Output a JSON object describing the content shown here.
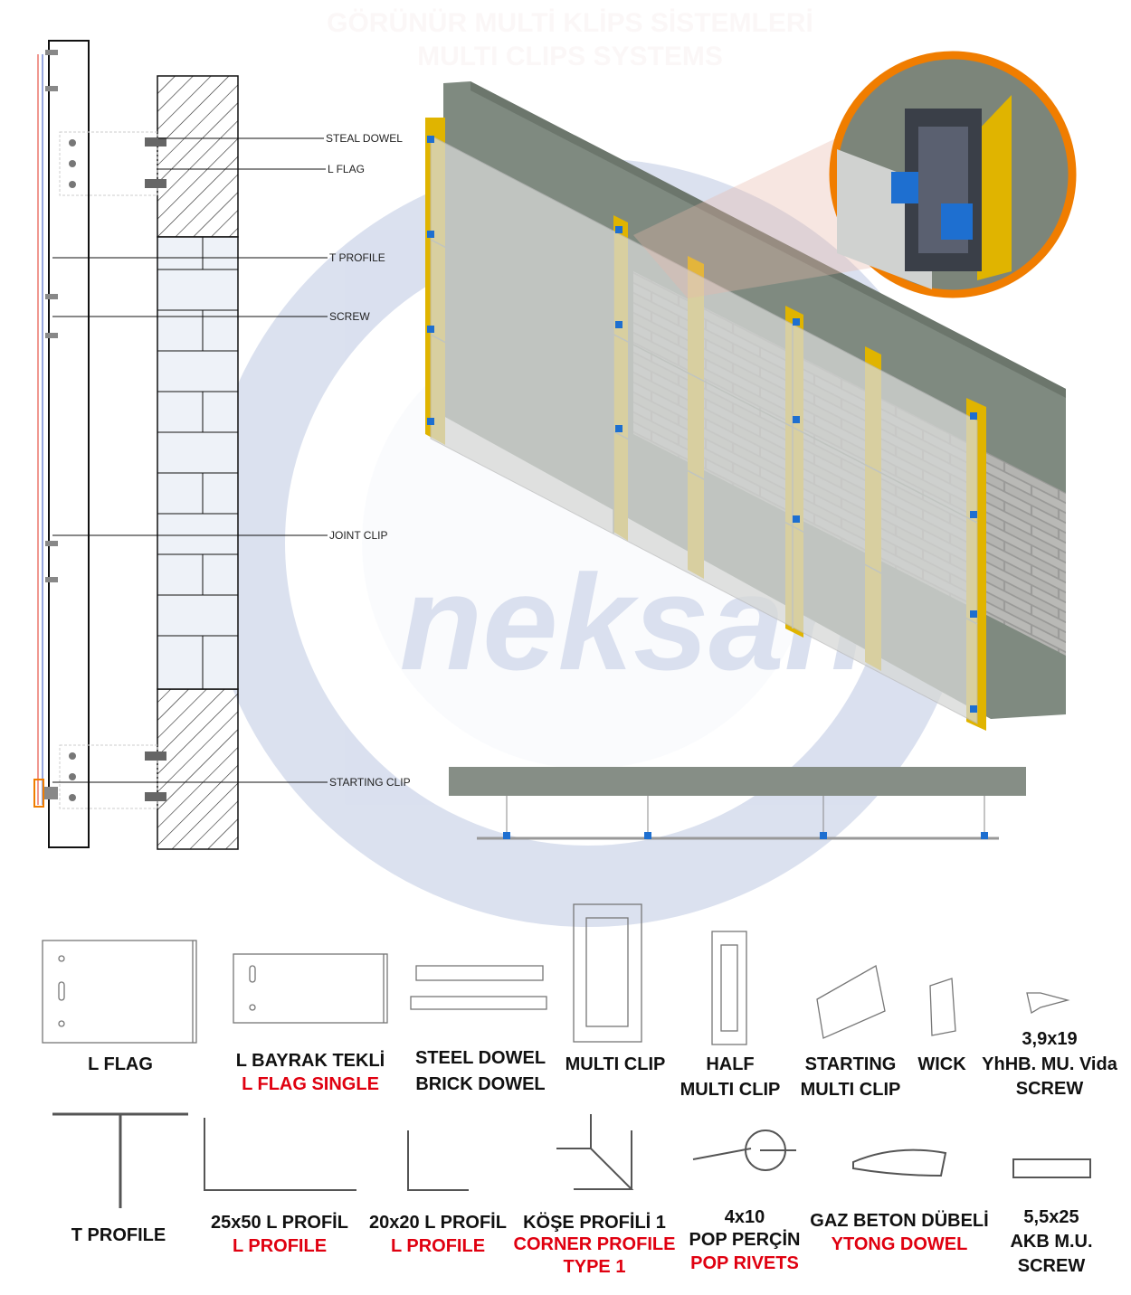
{
  "title": {
    "line1": "GÖRÜNÜR MULTİ KLİPS SİSTEMLERİ",
    "line2": "MULTI CLIPS SYSTEMS"
  },
  "watermark": "neksan",
  "section_labels": [
    "STEAL DOWEL",
    "L FLAG",
    "T PROFILE",
    "SCREW",
    "JOINT CLIP",
    "STARTING CLIP"
  ],
  "parts_row1": [
    {
      "lines": [
        "L FLAG"
      ],
      "red": []
    },
    {
      "lines": [
        "L BAYRAK TEKLİ"
      ],
      "red": [
        "L FLAG SINGLE"
      ]
    },
    {
      "lines": [
        "STEEL DOWEL",
        "BRICK DOWEL"
      ],
      "red": []
    },
    {
      "lines": [
        "MULTI CLIP"
      ],
      "red": []
    },
    {
      "lines": [
        "HALF",
        "MULTI CLIP"
      ],
      "red": []
    },
    {
      "lines": [
        "STARTING",
        "MULTI CLIP"
      ],
      "red": []
    },
    {
      "lines": [
        "WICK"
      ],
      "red": []
    },
    {
      "lines": [
        "3,9x19",
        "YhHB. MU. Vida",
        "SCREW"
      ],
      "red": []
    }
  ],
  "parts_row2": [
    {
      "lines": [
        "T PROFILE"
      ],
      "red": []
    },
    {
      "lines": [
        "25x50 L PROFİL"
      ],
      "red": [
        "L PROFILE"
      ]
    },
    {
      "lines": [
        "20x20 L PROFİL"
      ],
      "red": [
        "L PROFILE"
      ]
    },
    {
      "lines": [
        "KÖŞE PROFİLİ 1"
      ],
      "red": [
        "CORNER PROFILE",
        "TYPE 1"
      ]
    },
    {
      "lines": [
        "4x10",
        "POP PERÇİN"
      ],
      "red": [
        "POP RIVETS"
      ]
    },
    {
      "lines": [
        "GAZ BETON DÜBELİ"
      ],
      "red": [
        "YTONG DOWEL"
      ]
    },
    {
      "lines": [
        "5,5x25",
        "AKB M.U.",
        "SCREW"
      ],
      "red": []
    }
  ],
  "colors": {
    "accent_orange": "#f07d00",
    "profile_yellow": "#e0b400",
    "clip_blue": "#1e6fd0",
    "label_red": "#e00010"
  }
}
